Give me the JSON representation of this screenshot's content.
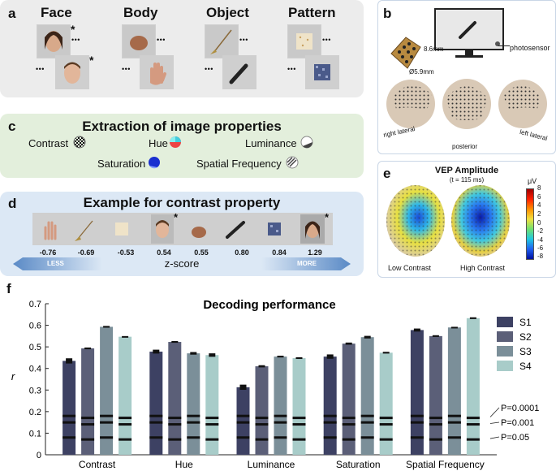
{
  "panel_a": {
    "letter": "a",
    "categories": [
      "Face",
      "Body",
      "Object",
      "Pattern"
    ],
    "star": "*"
  },
  "panel_b": {
    "letter": "b",
    "photosensor": "photosensor",
    "dim1": "8.6mm",
    "dim2": "Ø5.9mm",
    "views": [
      "right lateral",
      "posterior",
      "left lateral"
    ]
  },
  "panel_c": {
    "letter": "c",
    "title": "Extraction of image properties",
    "properties": [
      "Contrast",
      "Hue",
      "Luminance",
      "Saturation",
      "Spatial Frequency"
    ]
  },
  "panel_d": {
    "letter": "d",
    "title": "Example for contrast property",
    "zscores": [
      "-0.76",
      "-0.69",
      "-0.53",
      "0.54",
      "0.55",
      "0.80",
      "0.84",
      "1.29"
    ],
    "axis_label": "z-score",
    "less": "LESS",
    "more": "MORE"
  },
  "panel_e": {
    "letter": "e",
    "title": "VEP Amplitude",
    "subtitle": "(t = 115 ms)",
    "unit": "μV",
    "colorbar_ticks": [
      "8",
      "6",
      "4",
      "2",
      "0",
      "-2",
      "-4",
      "-6",
      "-8"
    ],
    "labels": [
      "Low Contrast",
      "High Contrast"
    ]
  },
  "panel_f": {
    "letter": "f"
  },
  "colors": {
    "panel_a_bg": "#ececec",
    "panel_c_bg": "#e3efdc",
    "panel_d_bg": "#dce8f5",
    "s1": "#3d4163",
    "s2": "#5b5f78",
    "s3": "#7b8f99",
    "s4": "#a8ccc9"
  },
  "chart_data": {
    "type": "bar",
    "title": "Decoding performance",
    "ylabel": "r",
    "xlabel": "",
    "ylim": [
      0,
      0.7
    ],
    "yticks": [
      "0",
      "0.1",
      "0.2",
      "0.3",
      "0.4",
      "0.5",
      "0.6",
      "0.7"
    ],
    "categories": [
      "Contrast",
      "Hue",
      "Luminance",
      "Saturation",
      "Spatial Frequency"
    ],
    "series": [
      {
        "name": "S1",
        "values": [
          0.435,
          0.478,
          0.313,
          0.455,
          0.578
        ]
      },
      {
        "name": "S2",
        "values": [
          0.493,
          0.523,
          0.41,
          0.515,
          0.55
        ]
      },
      {
        "name": "S3",
        "values": [
          0.593,
          0.47,
          0.455,
          0.545,
          0.59
        ]
      },
      {
        "name": "S4",
        "values": [
          0.547,
          0.462,
          0.448,
          0.473,
          0.633
        ]
      }
    ],
    "errors": [
      [
        0.012,
        0.009,
        0.012,
        0.01,
        0.007
      ],
      [
        0.004,
        0.004,
        0.005,
        0.005,
        0.004
      ],
      [
        0.004,
        0.006,
        0.004,
        0.006,
        0.003
      ],
      [
        0.003,
        0.008,
        0.004,
        0.004,
        0.004
      ]
    ],
    "thresholds": [
      {
        "label": "P=0.0001",
        "value": 0.175
      },
      {
        "label": "P=0.001",
        "value": 0.145
      },
      {
        "label": "P=0.05",
        "value": 0.075
      }
    ]
  }
}
